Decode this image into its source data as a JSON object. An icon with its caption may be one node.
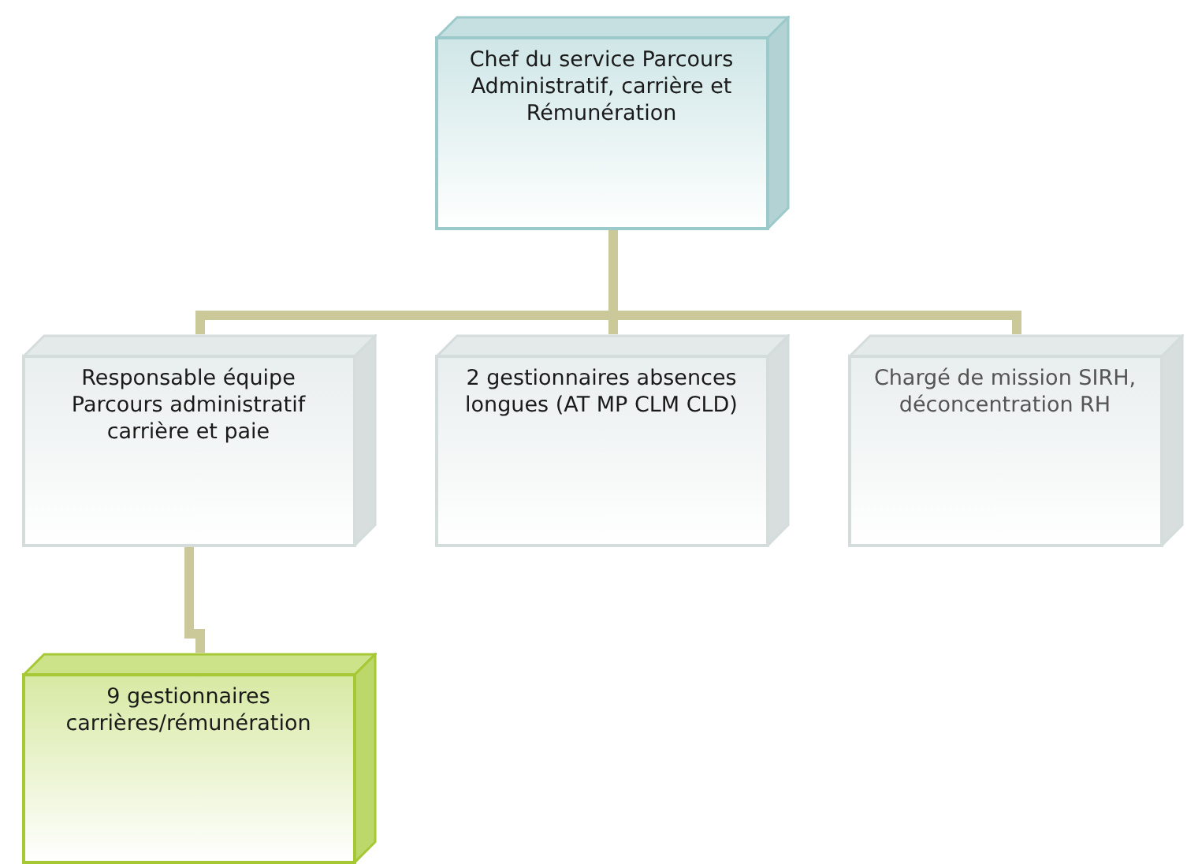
{
  "diagram": {
    "nodes": [
      {
        "text": [
          "Chef du service Parcours Administratif, carrière et Rémunération"
        ]
      },
      {
        "text": [
          "Responsable équipe Parcours administratif carrière et paie"
        ]
      },
      {
        "text": [
          "2 gestionnaires absences longues (AT MP CLM CLD)"
        ]
      },
      {
        "text": [
          "Chargé de mission SIRH, déconcentration RH"
        ]
      },
      {
        "text": [
          "9 gestionnaires carrières/rémunération"
        ]
      }
    ],
    "edges": [
      {
        "from": 0,
        "to": 1,
        "arrow": "none"
      },
      {
        "from": 0,
        "to": 2,
        "arrow": "none"
      },
      {
        "from": 0,
        "to": 3,
        "arrow": "none"
      },
      {
        "from": 1,
        "to": 4,
        "arrow": "none"
      }
    ]
  }
}
